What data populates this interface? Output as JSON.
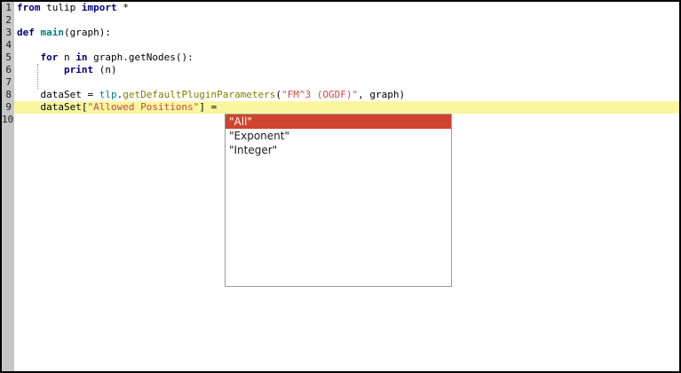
{
  "editor": {
    "lines": [
      {
        "num": "1",
        "highlight": false,
        "tokens": [
          {
            "t": "from",
            "c": "kw"
          },
          {
            "t": " tulip ",
            "c": "pl"
          },
          {
            "t": "import",
            "c": "kw"
          },
          {
            "t": " *",
            "c": "pl"
          }
        ]
      },
      {
        "num": "2",
        "highlight": false,
        "tokens": []
      },
      {
        "num": "3",
        "highlight": false,
        "tokens": [
          {
            "t": "def",
            "c": "kw"
          },
          {
            "t": " ",
            "c": "pl"
          },
          {
            "t": "main",
            "c": "func"
          },
          {
            "t": "(graph):",
            "c": "pl"
          }
        ]
      },
      {
        "num": "4",
        "highlight": false,
        "tokens": []
      },
      {
        "num": "5",
        "highlight": false,
        "tokens": [
          {
            "t": "    ",
            "c": "pl"
          },
          {
            "t": "for",
            "c": "kw"
          },
          {
            "t": " n ",
            "c": "pl"
          },
          {
            "t": "in",
            "c": "kw"
          },
          {
            "t": " graph.getNodes():",
            "c": "pl"
          }
        ]
      },
      {
        "num": "6",
        "highlight": false,
        "tokens": [
          {
            "t": "        ",
            "c": "pl"
          },
          {
            "t": "print",
            "c": "kw"
          },
          {
            "t": " (n)",
            "c": "pl"
          }
        ]
      },
      {
        "num": "7",
        "highlight": false,
        "tokens": []
      },
      {
        "num": "8",
        "highlight": false,
        "tokens": [
          {
            "t": "    dataSet = ",
            "c": "pl"
          },
          {
            "t": "tlp",
            "c": "mod"
          },
          {
            "t": ".",
            "c": "pl"
          },
          {
            "t": "getDefaultPluginParameters",
            "c": "meth"
          },
          {
            "t": "(",
            "c": "pl"
          },
          {
            "t": "\"FM^3 (OGDF)\"",
            "c": "str"
          },
          {
            "t": ", graph)",
            "c": "pl"
          }
        ]
      },
      {
        "num": "9",
        "highlight": true,
        "tokens": [
          {
            "t": "    dataSet[",
            "c": "pl"
          },
          {
            "t": "\"Allowed Positions\"",
            "c": "str"
          },
          {
            "t": "] = ",
            "c": "pl"
          }
        ]
      },
      {
        "num": "10",
        "highlight": false,
        "tokens": []
      }
    ]
  },
  "autocomplete": {
    "items": [
      {
        "label": "\"All\"",
        "selected": true
      },
      {
        "label": "\"Exponent\"",
        "selected": false
      },
      {
        "label": "\"Integer\"",
        "selected": false
      }
    ]
  },
  "colors": {
    "keyword": "#00007f",
    "function_name": "#007f7f",
    "module_name": "#007f7f",
    "method_name": "#7f7f00",
    "string": "#c84a4a",
    "current_line_bg": "#f9f6a0",
    "gutter_bg": "#c6c6c6",
    "popup_selected_bg": "#d0432e",
    "popup_selected_text": "#ffffff",
    "popup_border": "#999999"
  }
}
